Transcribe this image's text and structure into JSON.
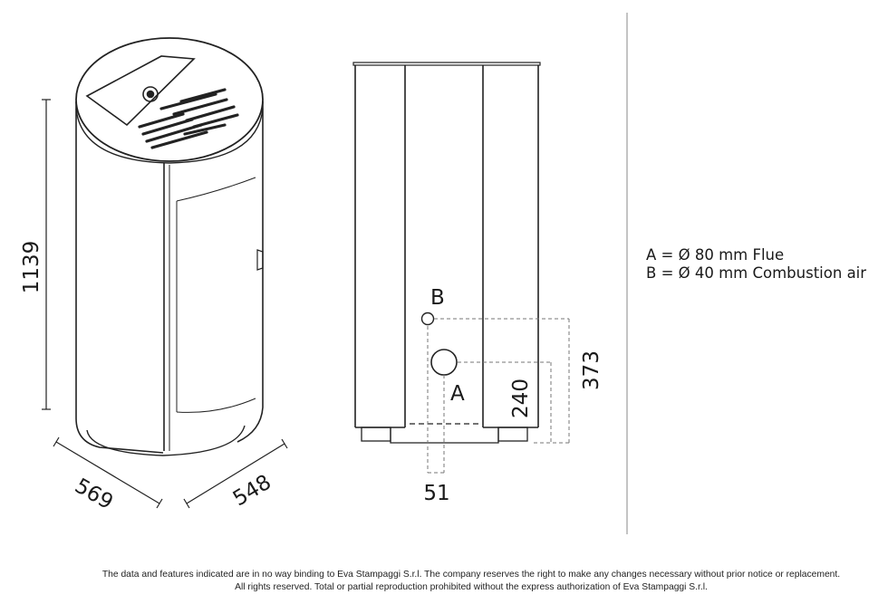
{
  "dimensions": {
    "height": "1139",
    "depth_left": "569",
    "depth_right": "548",
    "offset_bottom": "51",
    "height_a": "240",
    "height_b": "373"
  },
  "markers": {
    "a": "A",
    "b": "B"
  },
  "legend": {
    "line_a": "A = Ø 80 mm Flue",
    "line_b": "B = Ø 40 mm Combustion air"
  },
  "footer": {
    "line1": "The data and features indicated are in no way binding to Eva Stampaggi S.r.l. The company reserves the right to make any changes necessary without prior notice or replacement.",
    "line2": "All rights reserved. Total or partial reproduction prohibited without the express authorization of Eva Stampaggi S.r.l."
  }
}
